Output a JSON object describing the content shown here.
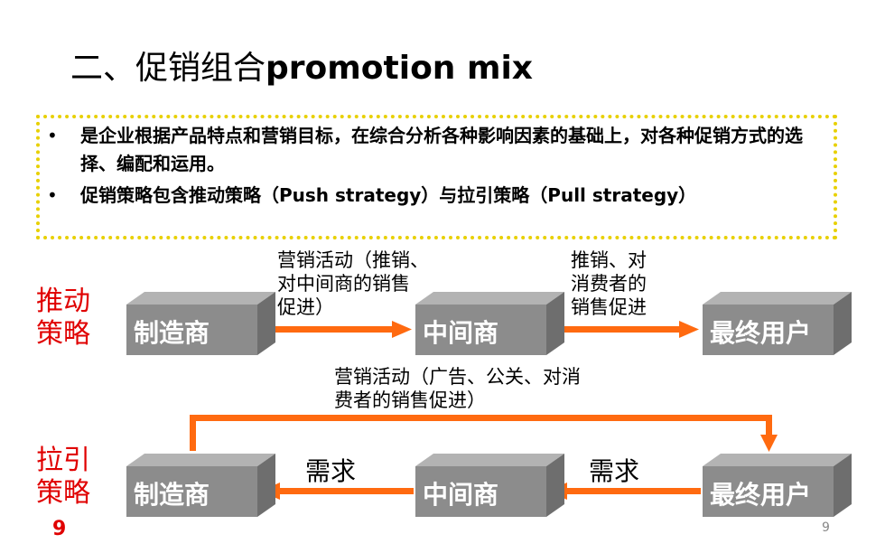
{
  "title": {
    "cn": "二、促销组合",
    "en": "promotion mix"
  },
  "definition": {
    "bullet_char": "•",
    "items": [
      "是企业根据产品特点和营销目标，在综合分析各种影响因素的基础上，对各种促销方式的选择、编配和运用。",
      "促销策略包含推动策略（Push strategy）与拉引策略（Pull strategy）"
    ]
  },
  "push": {
    "label_lines": [
      "推动",
      "策略"
    ],
    "boxes": [
      "制造商",
      "中间商",
      "最终用户"
    ],
    "note1": [
      "营销活动（推销、",
      "对中间商的销售",
      "促进）"
    ],
    "note2": [
      "推销、对",
      "消费者的",
      "销售促进"
    ]
  },
  "pull": {
    "label_lines": [
      "拉引",
      "策略"
    ],
    "boxes": [
      "制造商",
      "中间商",
      "最终用户"
    ],
    "top_note": [
      "营销活动（广告、公关、对消",
      "费者的销售促进）"
    ],
    "demand1": "需求",
    "demand2": "需求"
  },
  "page_number_left": "9",
  "page_number_right": "9",
  "colors": {
    "accent": "#e00000",
    "arrow": "#ff6a10",
    "box_front": "#8c8c8c",
    "box_top": "#b3b3b3",
    "box_side": "#6e6e6e",
    "dotted_border": "#e8d000"
  }
}
